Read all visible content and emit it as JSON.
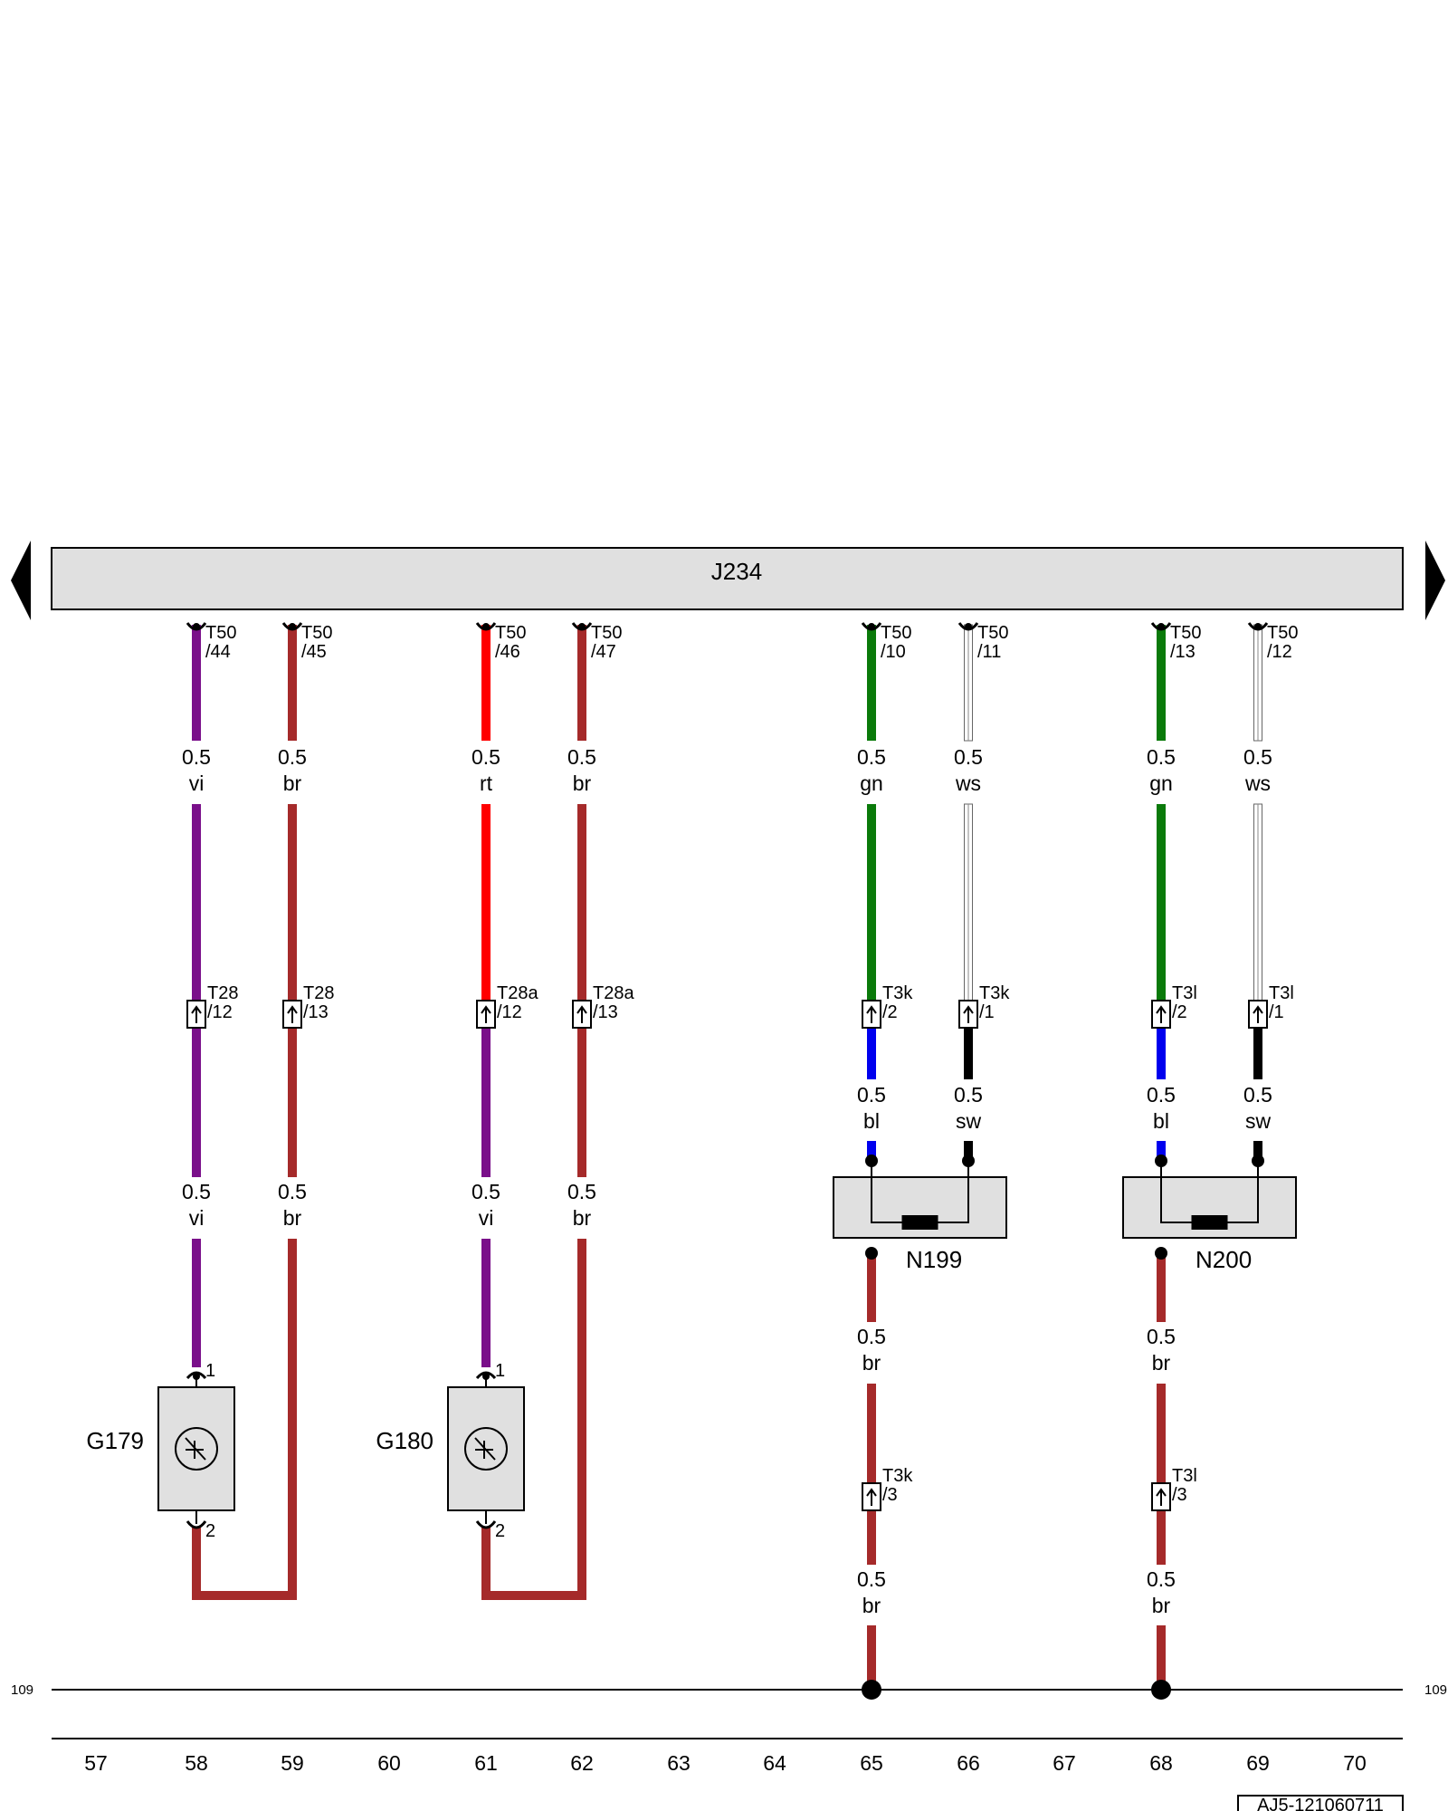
{
  "unit": {
    "label": "J234"
  },
  "sheet_ref": "109",
  "doc_code": "AJ5-121060711",
  "column_numbers": [
    "57",
    "58",
    "59",
    "60",
    "61",
    "62",
    "63",
    "64",
    "65",
    "66",
    "67",
    "68",
    "69",
    "70"
  ],
  "colors": {
    "vi": "#7a0f8a",
    "br": "#a52a2a",
    "rt": "#ff0000",
    "gn": "#0a7a0a",
    "ws": "#ffffff",
    "bl": "#0000ee",
    "sw": "#000000",
    "box_fill": "#e0e0e0"
  },
  "wires": [
    {
      "col": "58",
      "pin": "T50\n/44",
      "seg1": {
        "size": "0.5",
        "color": "vi"
      },
      "conn": "T28\n/12",
      "seg3": {
        "size": "0.5",
        "color": "vi"
      }
    },
    {
      "col": "59",
      "pin": "T50\n/45",
      "seg1": {
        "size": "0.5",
        "color": "br"
      },
      "conn": "T28\n/13",
      "seg3": {
        "size": "0.5",
        "color": "br"
      }
    },
    {
      "col": "61",
      "pin": "T50\n/46",
      "seg1": {
        "size": "0.5",
        "color": "rt"
      },
      "conn": "T28a\n/12",
      "seg3": {
        "size": "0.5",
        "color": "vi"
      }
    },
    {
      "col": "62",
      "pin": "T50\n/47",
      "seg1": {
        "size": "0.5",
        "color": "br"
      },
      "conn": "T28a\n/13",
      "seg3": {
        "size": "0.5",
        "color": "br"
      }
    },
    {
      "col": "65",
      "pin": "T50\n/10",
      "seg1": {
        "size": "0.5",
        "color": "gn"
      },
      "conn": "T3k\n/2",
      "seg2": {
        "size": "0.5",
        "color": "bl"
      }
    },
    {
      "col": "66",
      "pin": "T50\n/11",
      "seg1": {
        "size": "0.5",
        "color": "ws"
      },
      "conn": "T3k\n/1",
      "seg2": {
        "size": "0.5",
        "color": "sw"
      }
    },
    {
      "col": "68",
      "pin": "T50\n/13",
      "seg1": {
        "size": "0.5",
        "color": "gn"
      },
      "conn": "T3l\n/2",
      "seg2": {
        "size": "0.5",
        "color": "bl"
      }
    },
    {
      "col": "69",
      "pin": "T50\n/12",
      "seg1": {
        "size": "0.5",
        "color": "ws"
      },
      "conn": "T3l\n/1",
      "seg2": {
        "size": "0.5",
        "color": "sw"
      }
    }
  ],
  "sensors": [
    {
      "id": "G179",
      "pin_top": "1",
      "pin_bottom": "2"
    },
    {
      "id": "G180",
      "pin_top": "1",
      "pin_bottom": "2"
    }
  ],
  "valves": [
    {
      "id": "N199",
      "out_wire": {
        "size": "0.5",
        "color": "br"
      },
      "conn": "T3k\n/3",
      "ground_wire": {
        "size": "0.5",
        "color": "br"
      }
    },
    {
      "id": "N200",
      "out_wire": {
        "size": "0.5",
        "color": "br"
      },
      "conn": "T3l\n/3",
      "ground_wire": {
        "size": "0.5",
        "color": "br"
      }
    }
  ]
}
